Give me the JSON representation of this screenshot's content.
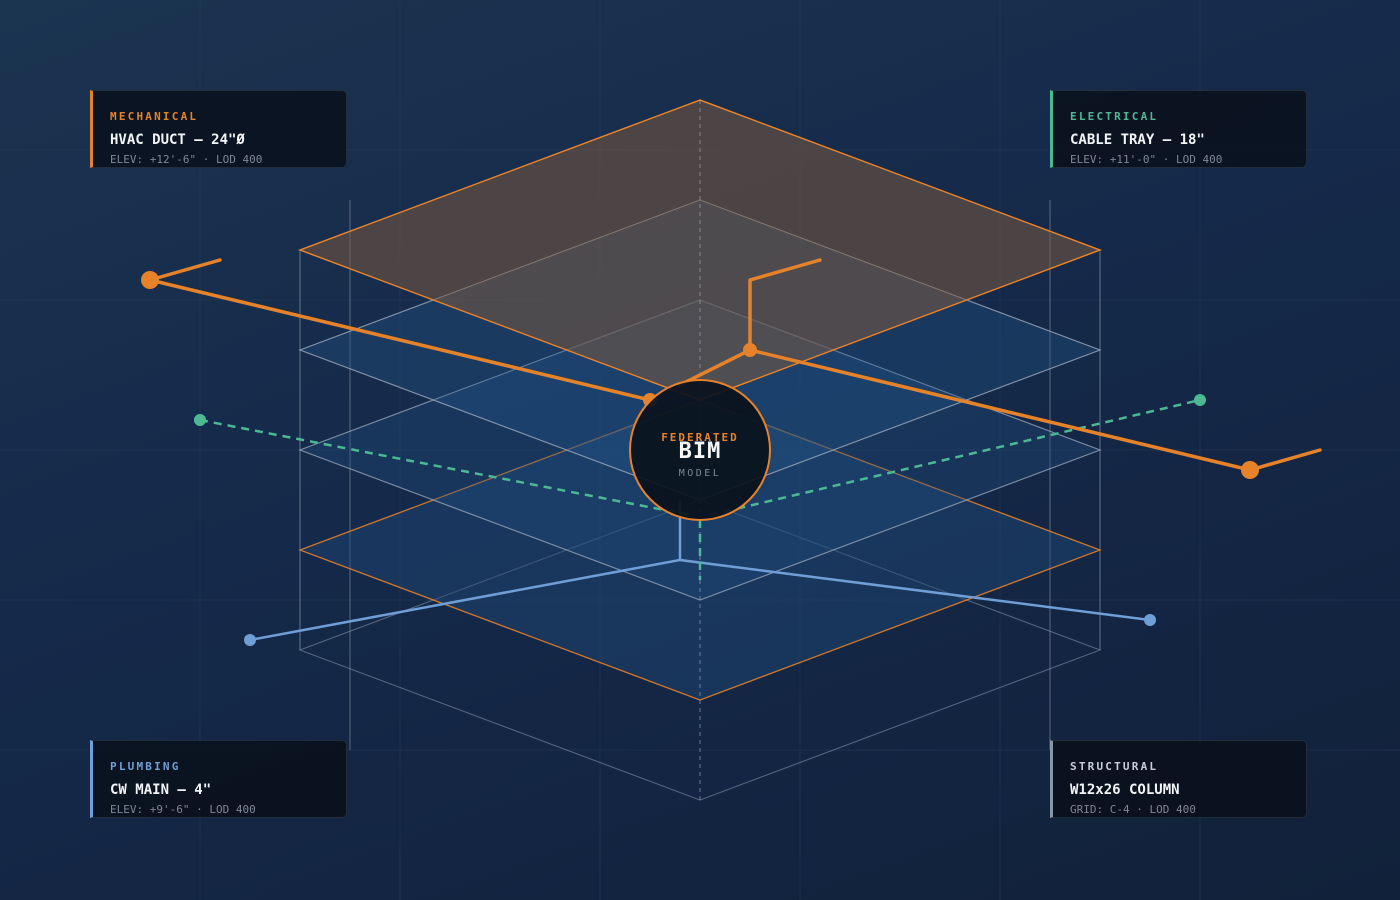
{
  "hub": {
    "label_top": "FEDERATED",
    "title": "BIM",
    "label_bottom": "MODEL"
  },
  "cards": {
    "mechanical": {
      "category": "MECHANICAL",
      "name": "HVAC DUCT — 24\"Ø",
      "meta": "ELEV: +12'-6\" · LOD 400"
    },
    "electrical": {
      "category": "ELECTRICAL",
      "name": "CABLE TRAY — 18\"",
      "meta": "ELEV: +11'-0\" · LOD 400"
    },
    "plumbing": {
      "category": "PLUMBING",
      "name": "CW MAIN — 4\"",
      "meta": "ELEV: +9'-6\" · LOD 400"
    },
    "structural": {
      "category": "STRUCTURAL",
      "name": "W12x26 COLUMN",
      "meta": "GRID: C-4 · LOD 400"
    }
  },
  "colors": {
    "mechanical": "#e6822a",
    "electrical": "#4db894",
    "plumbing": "#6f9fd6",
    "structural": "#8a96a6",
    "background": "#15294a"
  }
}
